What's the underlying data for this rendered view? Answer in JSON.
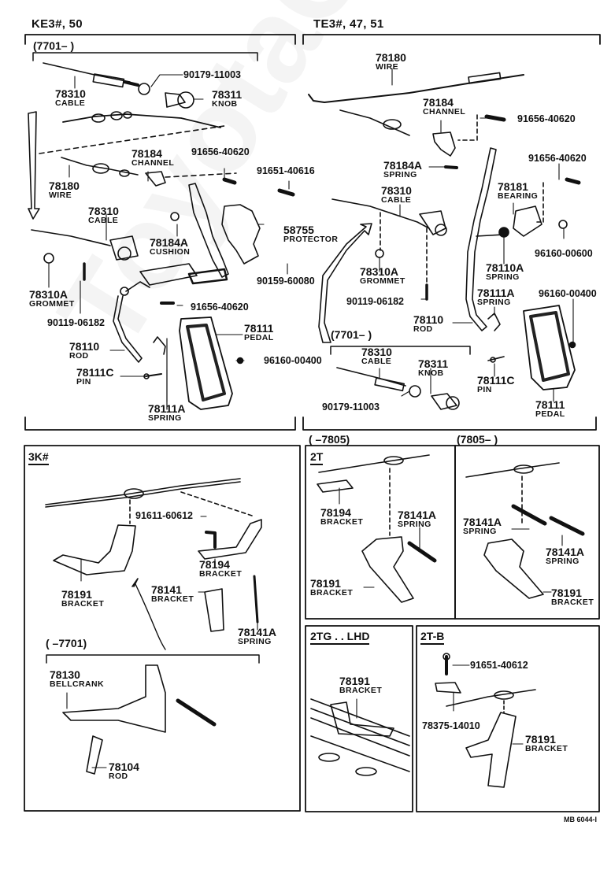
{
  "watermark": "ToyotaCar.ru",
  "footer_code": "MB 6044-I",
  "panels": {
    "ke3": {
      "title": "KE3#, 50",
      "range": "(7701–        )",
      "parts": [
        {
          "no": "78310",
          "name": "CABLE"
        },
        {
          "no": "90179-11003",
          "name": ""
        },
        {
          "no": "78311",
          "name": "KNOB"
        },
        {
          "no": "78184",
          "name": "CHANNEL"
        },
        {
          "no": "91656-40620",
          "name": ""
        },
        {
          "no": "91651-40616",
          "name": ""
        },
        {
          "no": "78180",
          "name": "WIRE"
        },
        {
          "no": "78310",
          "name": "CABLE"
        },
        {
          "no": "78184A",
          "name": "CUSHION"
        },
        {
          "no": "58755",
          "name": "PROTECTOR"
        },
        {
          "no": "90159-60080",
          "name": ""
        },
        {
          "no": "78310A",
          "name": "GROMMET"
        },
        {
          "no": "90119-06182",
          "name": ""
        },
        {
          "no": "91656-40620",
          "name": ""
        },
        {
          "no": "78111",
          "name": "PEDAL"
        },
        {
          "no": "78110",
          "name": "ROD"
        },
        {
          "no": "96160-00400",
          "name": ""
        },
        {
          "no": "78111C",
          "name": "PIN"
        },
        {
          "no": "78111A",
          "name": "SPRING"
        }
      ]
    },
    "te3": {
      "title": "TE3#, 47, 51",
      "range": "(7701–        )",
      "parts": [
        {
          "no": "78180",
          "name": "WIRE"
        },
        {
          "no": "78184",
          "name": "CHANNEL"
        },
        {
          "no": "91656-40620",
          "name": ""
        },
        {
          "no": "78184A",
          "name": "SPRING"
        },
        {
          "no": "91656-40620",
          "name": ""
        },
        {
          "no": "78310",
          "name": "CABLE"
        },
        {
          "no": "78181",
          "name": "BEARING"
        },
        {
          "no": "96160-00600",
          "name": ""
        },
        {
          "no": "78310A",
          "name": "GROMMET"
        },
        {
          "no": "78110A",
          "name": "SPRING"
        },
        {
          "no": "90119-06182",
          "name": ""
        },
        {
          "no": "78111A",
          "name": "SPRING"
        },
        {
          "no": "96160-00400",
          "name": ""
        },
        {
          "no": "78110",
          "name": "ROD"
        },
        {
          "no": "78310",
          "name": "CABLE"
        },
        {
          "no": "78311",
          "name": "KNOB"
        },
        {
          "no": "78111C",
          "name": "PIN"
        },
        {
          "no": "90179-11003",
          "name": ""
        },
        {
          "no": "78111",
          "name": "PEDAL"
        }
      ]
    },
    "k3": {
      "title": "3K#",
      "range": "(        –7701)",
      "parts": [
        {
          "no": "91611-60612",
          "name": ""
        },
        {
          "no": "78194",
          "name": "BRACKET"
        },
        {
          "no": "78191",
          "name": "BRACKET"
        },
        {
          "no": "78141",
          "name": "BRACKET"
        },
        {
          "no": "78141A",
          "name": "SPRING"
        },
        {
          "no": "78130",
          "name": "BELLCRANK"
        },
        {
          "no": "78104",
          "name": "ROD"
        }
      ]
    },
    "t2_early": {
      "title": "2T",
      "range": "(        –7805)",
      "parts": [
        {
          "no": "78194",
          "name": "BRACKET"
        },
        {
          "no": "78141A",
          "name": "SPRING"
        },
        {
          "no": "78191",
          "name": "BRACKET"
        }
      ]
    },
    "t2_late": {
      "range": "(7805–        )",
      "parts": [
        {
          "no": "78141A",
          "name": "SPRING"
        },
        {
          "no": "78141A",
          "name": "SPRING"
        },
        {
          "no": "78191",
          "name": "BRACKET"
        }
      ]
    },
    "tg2": {
      "title": "2TG . . LHD",
      "parts": [
        {
          "no": "78191",
          "name": "BRACKET"
        }
      ]
    },
    "tb2": {
      "title": "2T-B",
      "parts": [
        {
          "no": "91651-40612",
          "name": ""
        },
        {
          "no": "78375-14010",
          "name": ""
        },
        {
          "no": "78191",
          "name": "BRACKET"
        }
      ]
    }
  }
}
